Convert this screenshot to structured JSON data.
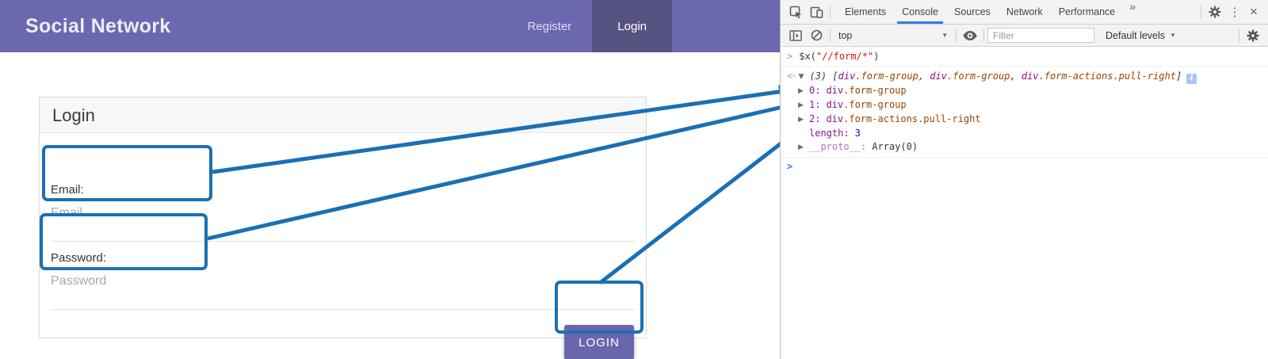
{
  "page": {
    "navbar": {
      "brand": "Social Network",
      "items": [
        {
          "label": "Register",
          "active": false
        },
        {
          "label": "Login",
          "active": true
        }
      ]
    },
    "panel": {
      "title": "Login",
      "fields": [
        {
          "label": "Email:",
          "placeholder": "Email"
        },
        {
          "label": "Password:",
          "placeholder": "Password"
        }
      ],
      "submit_label": "LOGIN"
    }
  },
  "devtools": {
    "tabs": [
      "Elements",
      "Console",
      "Sources",
      "Network",
      "Performance"
    ],
    "active_tab": "Console",
    "glyphs": {
      "more_tabs": "»",
      "kebab": "⋮",
      "close": "×",
      "caret_down": "▼",
      "expander_open": "▼",
      "expander_closed": "▶",
      "echo_prompt": ">",
      "return_glyph": "<·",
      "active_prompt": ">"
    },
    "console_toolbar": {
      "context": "top",
      "filter_placeholder": "Filter",
      "levels_label": "Default levels"
    },
    "console": {
      "command": {
        "fn_open": "$x(",
        "arg": "\"//form/*\"",
        "fn_close": ")"
      },
      "result": {
        "count": "(3)",
        "bracket_open": "[",
        "preview": [
          {
            "tag": "div",
            "cls": ".form-group",
            "sep": ", "
          },
          {
            "tag": "div",
            "cls": ".form-group",
            "sep": ", "
          },
          {
            "tag": "div",
            "cls": ".form-actions.pull-right",
            "sep": ""
          }
        ],
        "bracket_close": "]",
        "info_badge": "i"
      },
      "entries": [
        {
          "index": "0:",
          "tag": "div",
          "cls": ".form-group"
        },
        {
          "index": "1:",
          "tag": "div",
          "cls": ".form-group"
        },
        {
          "index": "2:",
          "tag": "div",
          "cls": ".form-actions.pull-right"
        }
      ],
      "length_key": "length:",
      "length_value": "3",
      "proto_key": "__proto__:",
      "proto_value": "Array(0)"
    }
  },
  "annotations": {
    "box_color": "#1B6FB5",
    "arrow_color": "#1B6FB5",
    "targets": [
      "email form-group",
      "password form-group",
      "login form-actions"
    ]
  },
  "colors": {
    "navbar_purple": "#6B68B0",
    "navbar_active": "#575380",
    "button_purple": "#6A66AE",
    "tag": "#881280",
    "class": "#994500",
    "key": "#881391",
    "number": "#1C00CF",
    "string": "#C41A16",
    "tab_underline": "#2E7BF0"
  }
}
